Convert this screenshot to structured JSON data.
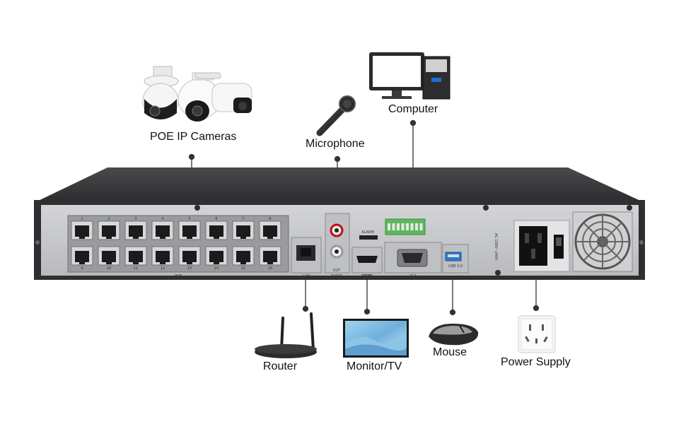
{
  "labels": {
    "poe_cameras": "POE IP Cameras",
    "microphone": "Microphone",
    "computer": "Computer",
    "router": "Router",
    "monitor": "Monitor/TV",
    "mouse": "Mouse",
    "power": "Power Supply"
  },
  "panel_text": {
    "poe": "POE",
    "lan": "LAN",
    "audio": "AUDIO",
    "out": "OUT",
    "alarm": "ALARM",
    "hdmi": "HDMI",
    "vga": "VGA",
    "usb": "USB 3.0",
    "ac": "AC 100V~240V",
    "port_numbers": [
      "1",
      "2",
      "3",
      "4",
      "5",
      "6",
      "7",
      "8",
      "9",
      "10",
      "11",
      "12",
      "13",
      "14",
      "15",
      "16"
    ]
  },
  "colors": {
    "chassis_top": "#3a3a3c",
    "chassis_panel": "#c9cacc",
    "connector_line": "#333333",
    "alarm_terminal": "#5cb85c",
    "usb_blue": "#2a7bd4"
  }
}
